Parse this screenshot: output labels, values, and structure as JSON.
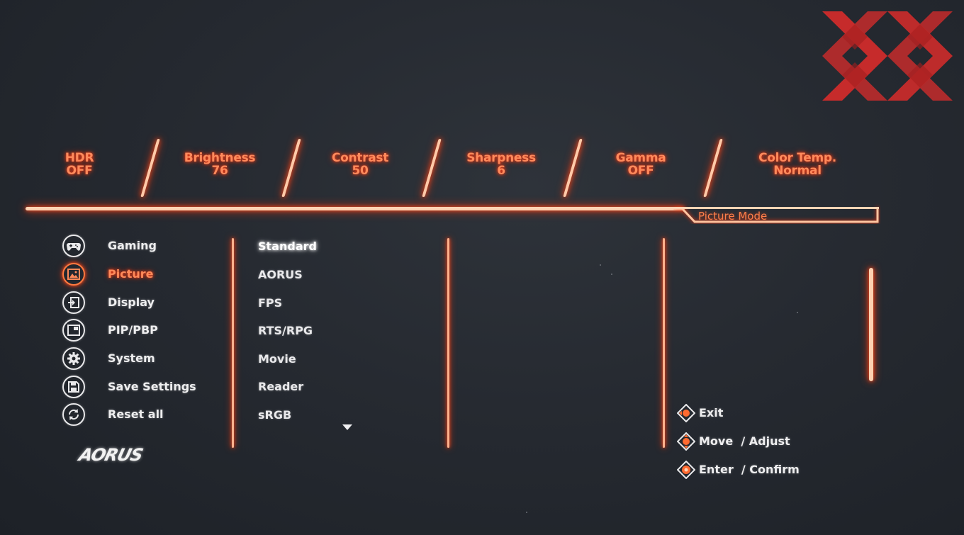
{
  "watermark": {
    "name": "hardwareluxx-xx-logo",
    "color": "#c62b2b"
  },
  "status": {
    "hdr": {
      "label": "HDR",
      "value": "OFF"
    },
    "brightness": {
      "label": "Brightness",
      "value": "76"
    },
    "contrast": {
      "label": "Contrast",
      "value": "50"
    },
    "sharpness": {
      "label": "Sharpness",
      "value": "6"
    },
    "gamma": {
      "label": "Gamma",
      "value": "OFF"
    },
    "color_temp": {
      "label": "Color Temp.",
      "value": "Normal"
    }
  },
  "tab": {
    "label": "Picture Mode"
  },
  "menu": {
    "items": [
      {
        "label": "Gaming",
        "icon": "gamepad-icon"
      },
      {
        "label": "Picture",
        "icon": "picture-icon"
      },
      {
        "label": "Display",
        "icon": "display-input-icon"
      },
      {
        "label": "PIP/PBP",
        "icon": "pip-icon"
      },
      {
        "label": "System",
        "icon": "gear-icon"
      },
      {
        "label": "Save Settings",
        "icon": "floppy-icon"
      },
      {
        "label": "Reset all",
        "icon": "reset-icon"
      }
    ],
    "active": "Picture"
  },
  "modes": {
    "items": [
      "Standard",
      "AORUS",
      "FPS",
      "RTS/RPG",
      "Movie",
      "Reader",
      "sRGB"
    ],
    "selected": "Standard"
  },
  "hints": {
    "exit": "Exit",
    "move": "Move  / Adjust",
    "enter": "Enter  / Confirm"
  },
  "brand": {
    "logo_text": "AORUS"
  },
  "colors": {
    "accent": "#ff6a30",
    "glow": "#ff3a10",
    "text": "#eeeeef",
    "background": "#262a31"
  }
}
